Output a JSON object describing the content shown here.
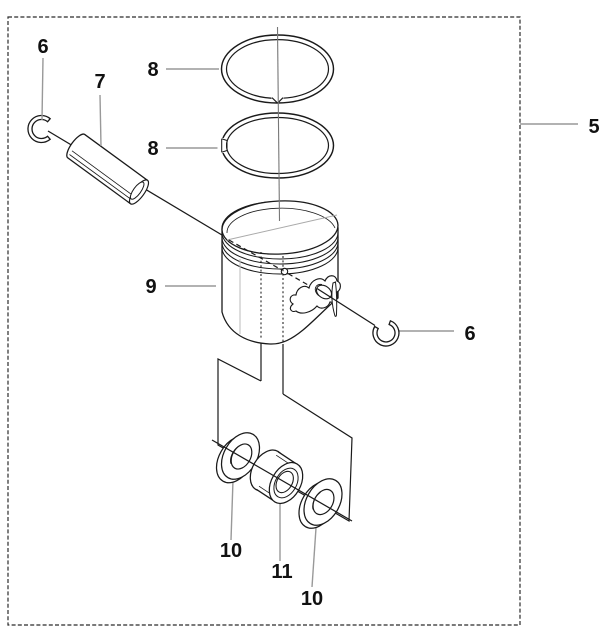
{
  "figure": {
    "kind": "exploded-parts-diagram",
    "background": "#ffffff",
    "outline_color": "#1a1a1a",
    "leader_color": "#999999",
    "centerline_color": "#777777",
    "border_color": "#2b2b2b"
  },
  "callouts": {
    "kit": "5",
    "circlip_left": "6",
    "circlip_right": "6",
    "piston_pin": "7",
    "ring_upper": "8",
    "ring_lower": "8",
    "piston": "9",
    "washer_left": "10",
    "washer_right": "10",
    "needle_bearing": "11"
  }
}
